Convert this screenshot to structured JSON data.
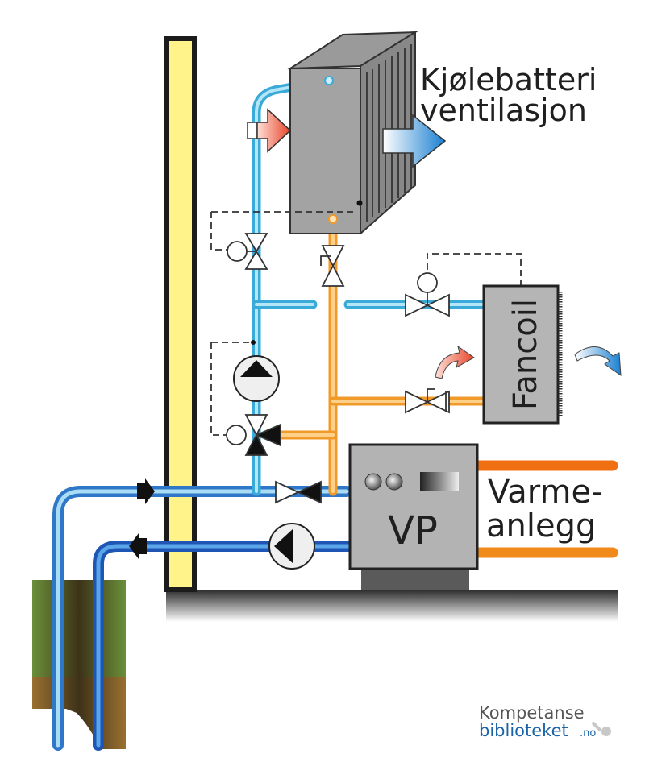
{
  "diagram": {
    "title": "Grunnvarme varmepumpeanlegg med kjøling",
    "labels": {
      "cooling_coil": [
        "Kjølebatteri",
        "ventilasjon"
      ],
      "fancoil": "Fancoil",
      "heat_pump": "VP",
      "heating_system": [
        "Varme-",
        "anlegg"
      ]
    },
    "logo": {
      "line1": "Kompetanse",
      "line2": "biblioteket",
      "suffix": ".no"
    },
    "colors": {
      "cold_pipe": "#56bde3",
      "brine_pipe": "#3a7fcf",
      "warm_pipe": "#f5a33a",
      "heating_pipe": "#ef6f12",
      "wall_fill": "#fff38a",
      "unit_gray": "#a8a8a8",
      "ground_green": "#5a7a32",
      "ground_brown": "#8a6428"
    },
    "components": [
      {
        "id": "cooling-coil",
        "name": "Kjølebatteri ventilasjon"
      },
      {
        "id": "fancoil",
        "name": "Fancoil"
      },
      {
        "id": "heat-pump",
        "name": "VP"
      },
      {
        "id": "circulation-pump-cooling",
        "name": "Sirkulasjonspumpe"
      },
      {
        "id": "circulation-pump-brine",
        "name": "Sirkulasjonspumpe kollektor"
      },
      {
        "id": "three-way-valve",
        "name": "Treveisventil"
      },
      {
        "id": "motor-valve-coil",
        "name": "Motorventil kjølebatteri"
      },
      {
        "id": "motor-valve-fancoil",
        "name": "Motorventil fancoil"
      },
      {
        "id": "balancing-valve-coil",
        "name": "Innreguleringsventil"
      },
      {
        "id": "balancing-valve-fancoil",
        "name": "Innreguleringsventil fancoil"
      },
      {
        "id": "check-valve",
        "name": "Tilbakeslagsventil"
      },
      {
        "id": "borehole",
        "name": "Energibrønn"
      }
    ]
  }
}
